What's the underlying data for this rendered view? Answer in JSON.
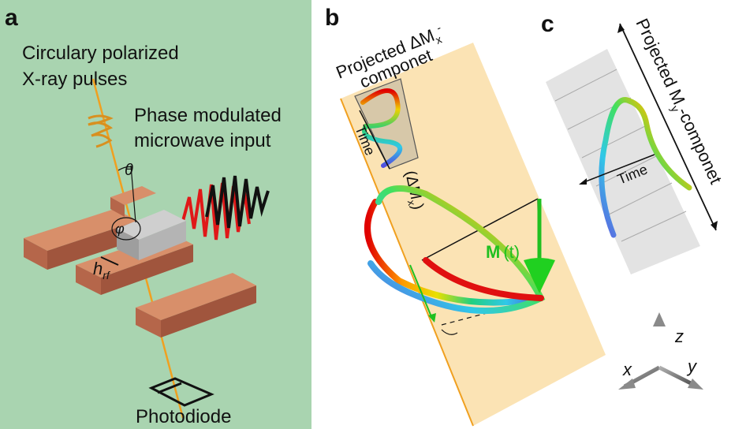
{
  "panels": {
    "a": {
      "letter": "a",
      "xray_line1": "Circulary polarized",
      "xray_line2": "X-ray pulses",
      "mw_line1": "Phase modulated",
      "mw_line2": "microwave input",
      "theta": "θ",
      "phi": "φ",
      "h": "h",
      "h_sub": "rf",
      "detector": "Photodiode",
      "background_color": "#a9d4b0"
    },
    "b": {
      "letter": "b",
      "proj_line1": "Projected ΔM",
      "proj_sub": "x",
      "proj_sup": "-",
      "proj_line2": "componet",
      "time": "Time",
      "dm_open": "(ΔM",
      "dm_sub": "x",
      "dm_close": ")",
      "m_bold": "M",
      "m_t": "(t)",
      "plane_color": "#fbe3b4"
    },
    "c": {
      "letter": "c",
      "proj_line1": "Projected M",
      "proj_sub": "y",
      "proj_line2": "-componet",
      "time": "Time",
      "axes": {
        "z": "z",
        "x": "x",
        "y": "y"
      }
    }
  }
}
